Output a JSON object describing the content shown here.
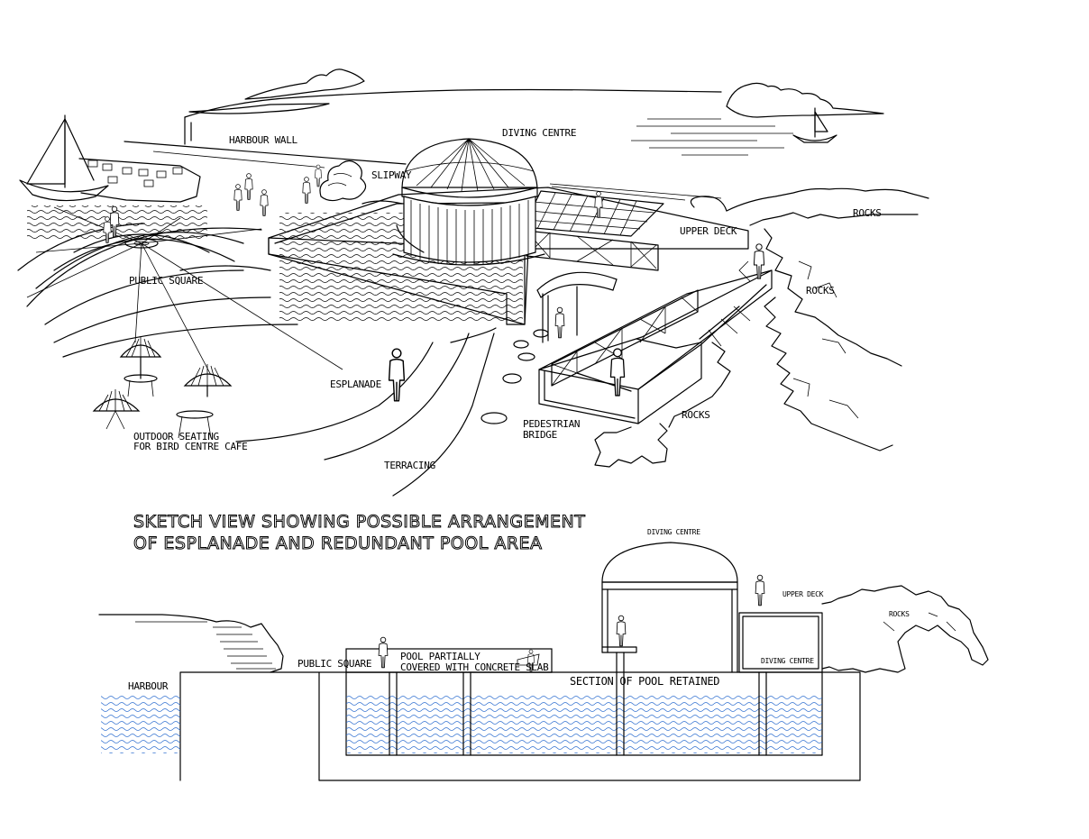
{
  "title": {
    "line1": "SKETCH VIEW SHOWING POSSIBLE ARRANGEMENT",
    "line2": "OF ESPLANADE AND REDUNDANT POOL AREA"
  },
  "sketch_labels": {
    "harbour_wall": "HARBOUR WALL",
    "diving_centre": "DIVING CENTRE",
    "slipway": "SLIPWAY",
    "rocks_1": "ROCKS",
    "upper_deck": "UPPER DECK",
    "rocks_2": "ROCKS",
    "public_square": "PUBLIC SQUARE",
    "esplanade": "ESPLANADE",
    "rocks_3": "ROCKS",
    "pedestrian_bridge_1": "PEDESTRIAN",
    "pedestrian_bridge_2": "BRIDGE",
    "outdoor_seating_1": "OUTDOOR SEATING",
    "outdoor_seating_2": "FOR BIRD CENTRE CAFE",
    "terracing": "TERRACING"
  },
  "section_labels": {
    "diving_centre_top": "DIVING CENTRE",
    "upper_deck": "UPPER DECK",
    "rocks": "ROCKS",
    "diving_centre_inner": "DIVING CENTRE",
    "public_square": "PUBLIC SQUARE",
    "pool_partially_1": "POOL PARTIALLY",
    "pool_partially_2": "COVERED WITH CONCRETE SLAB",
    "section_retained": "SECTION OF POOL RETAINED",
    "harbour": "HARBOUR"
  },
  "colors": {
    "line": "#000000",
    "water": "#2f6fd0",
    "background": "#ffffff"
  }
}
